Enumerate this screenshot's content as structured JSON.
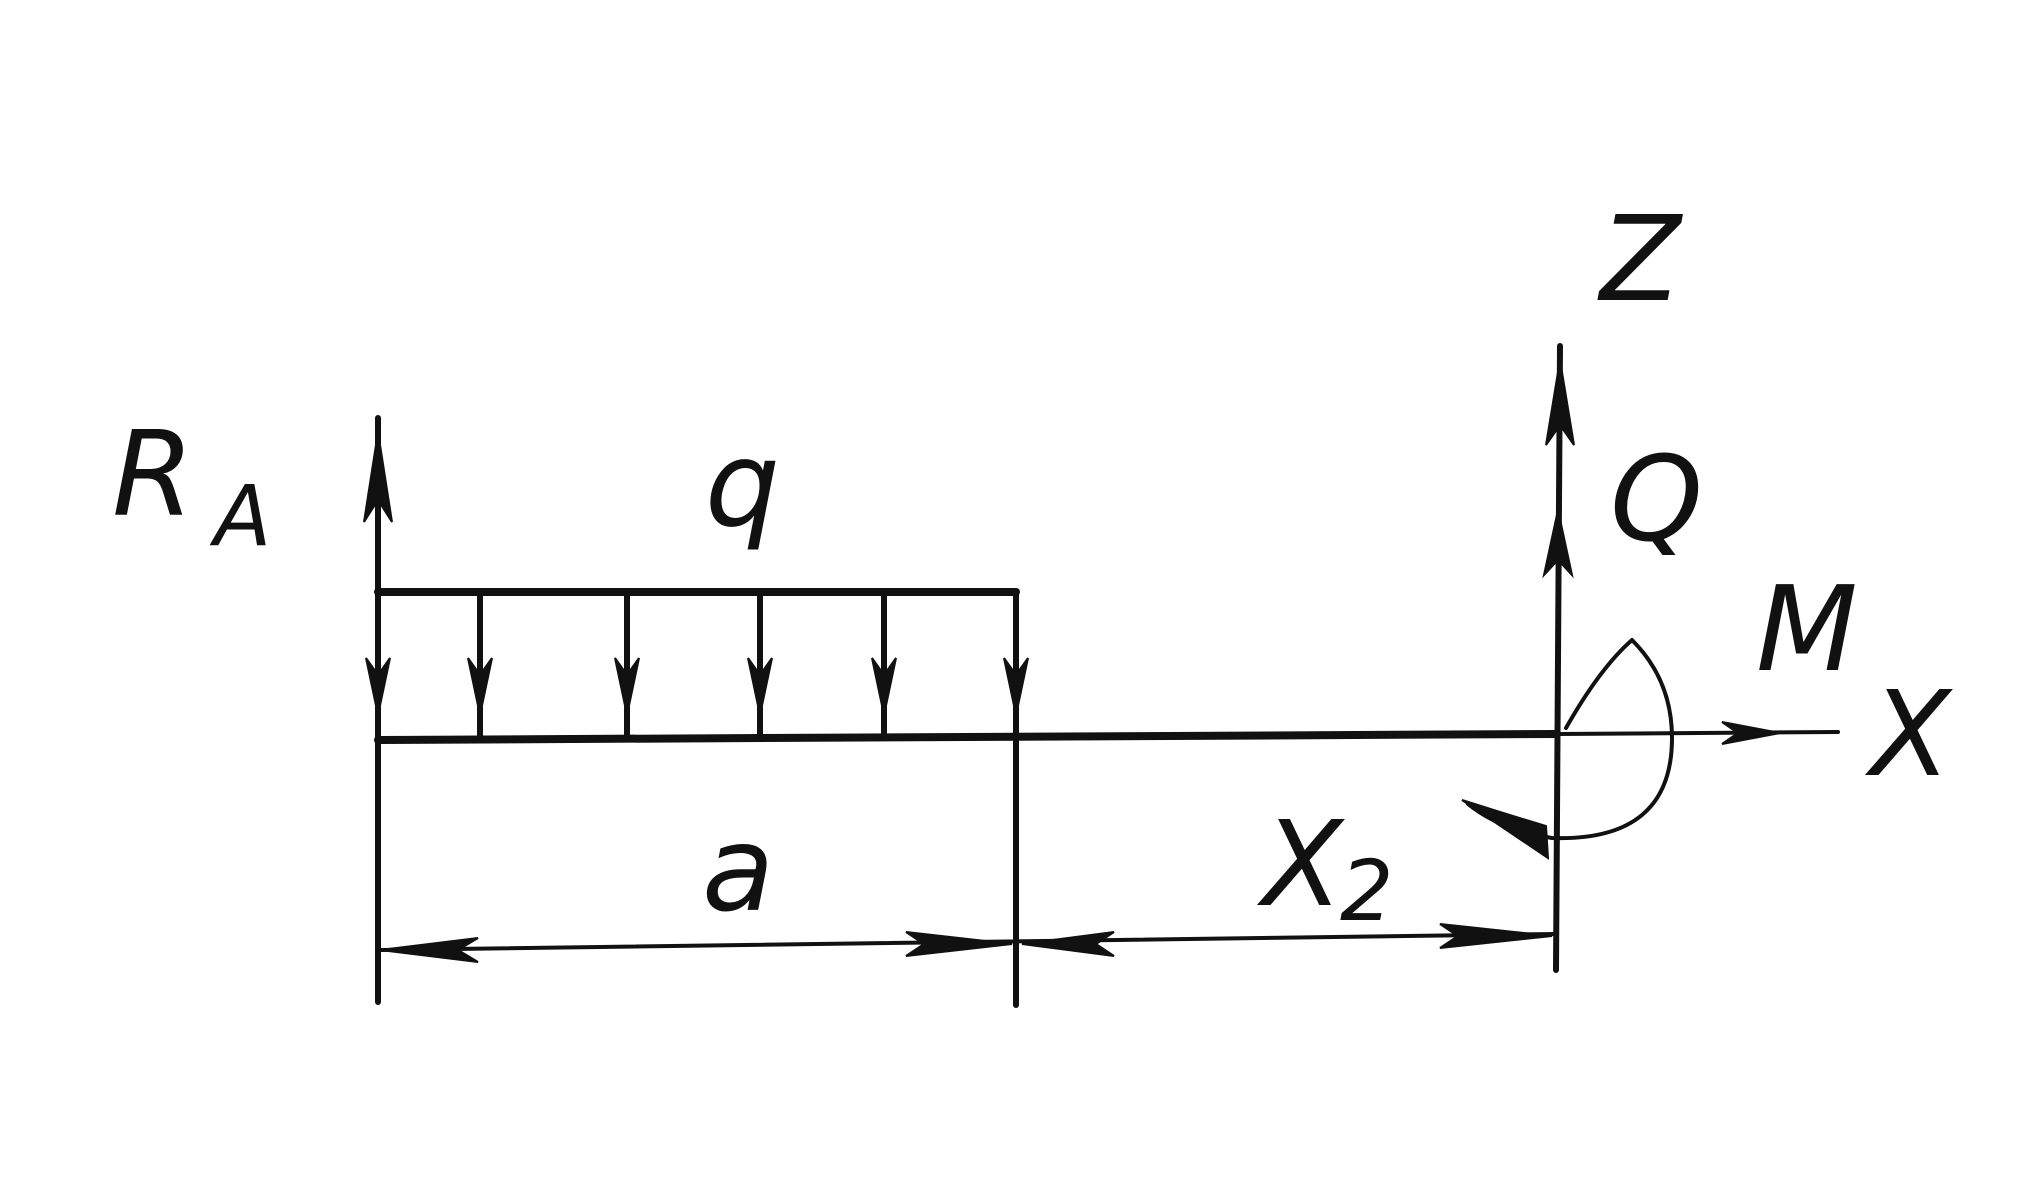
{
  "labels": {
    "reaction": "R",
    "reaction_sub": "A",
    "load": "q",
    "axis_z": "Z",
    "shear": "Q",
    "moment": "M",
    "axis_x": "X",
    "dim_a": "a",
    "dim_x": "X",
    "dim_x_sub": "2"
  },
  "load_arrow_count": 6
}
